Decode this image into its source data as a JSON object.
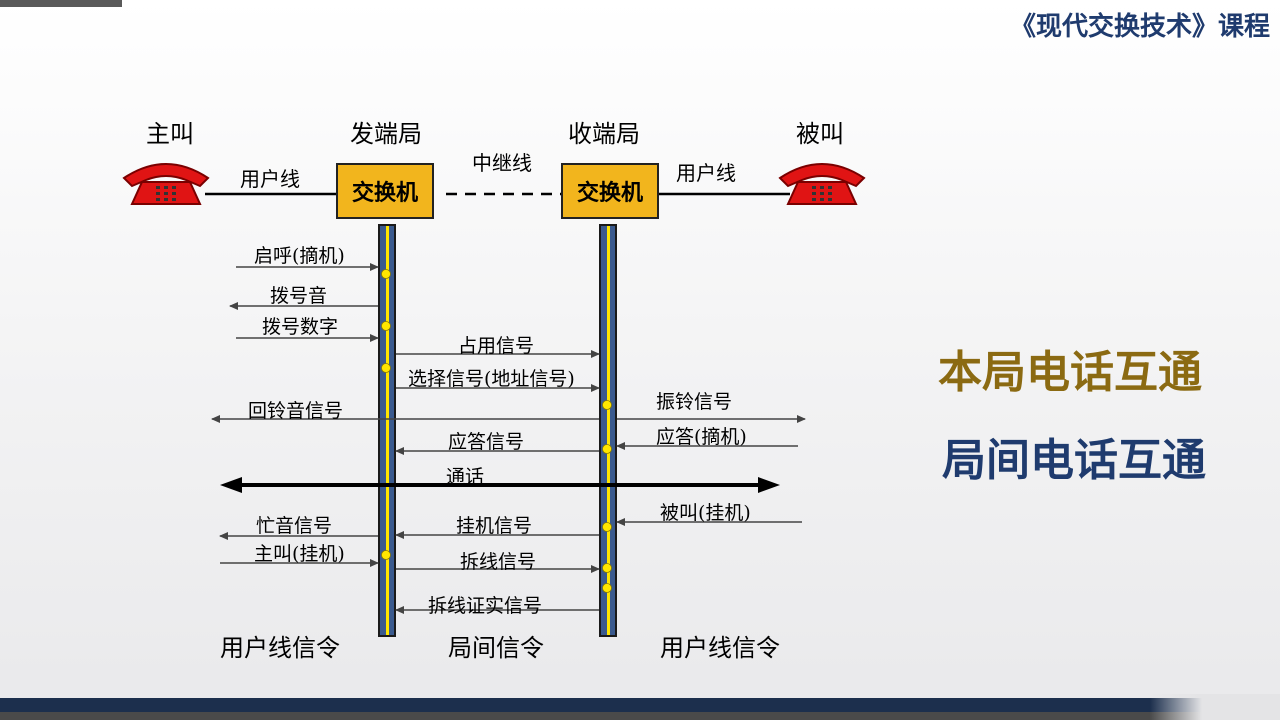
{
  "header": {
    "course_title": "《现代交换技术》课程"
  },
  "nodes": {
    "caller": "主叫",
    "origin_office": "发端局",
    "dest_office": "收端局",
    "callee": "被叫"
  },
  "links": {
    "subscriber_line_left": "用户线",
    "trunk_line": "中继线",
    "subscriber_line_right": "用户线"
  },
  "switch_label": "交换机",
  "messages": {
    "offhook": "启呼(摘机)",
    "dial_tone": "拨号音",
    "dial_digits": "拨号数字",
    "seize": "占用信号",
    "address": "选择信号(地址信号)",
    "ringback": "回铃音信号",
    "ringing": "振铃信号",
    "answer_sig": "应答信号",
    "answer_offhook": "应答(摘机)",
    "talk": "通话",
    "callee_onhook": "被叫(挂机)",
    "busy_tone": "忙音信号",
    "clear_back": "挂机信号",
    "caller_onhook": "主叫(挂机)",
    "clear_forward": "拆线信号",
    "release_guard": "拆线证实信号"
  },
  "sections": {
    "left": "用户线信令",
    "middle": "局间信令",
    "right": "用户线信令"
  },
  "side_titles": {
    "local": "本局电话互通",
    "inter": "局间电话互通"
  },
  "colors": {
    "switch_fill": "#f2b51d",
    "bar_fill": "#3a5a8e",
    "bar_line": "#ffe600",
    "phone_red": "#e01414",
    "local_title": "#8b6a12",
    "inter_title": "#1f3b6e"
  },
  "icons": {
    "phone": "telephone-icon"
  }
}
